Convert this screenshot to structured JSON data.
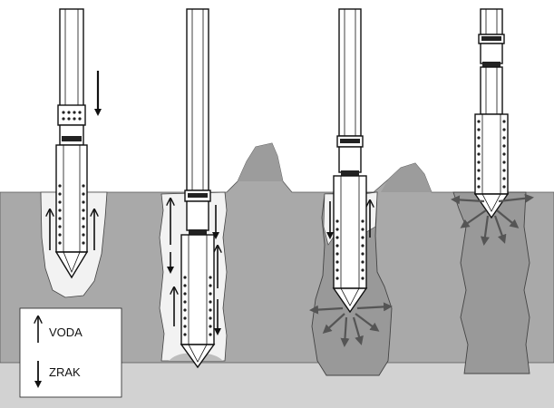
{
  "legend": {
    "water_label": "VODA",
    "air_label": "ZRAK"
  },
  "colors": {
    "soil": "#a9a9a9",
    "soil_dark": "#8f8f8f",
    "bedrock": "#d2d2d2",
    "water_zone": "#f2f2f2",
    "tool": "#ffffff",
    "outline": "#1a1a1a",
    "arrow_gray": "#555555"
  },
  "stages": [
    {
      "name": "stage-1-drilling"
    },
    {
      "name": "stage-2-withdrawal"
    },
    {
      "name": "stage-3-compaction"
    },
    {
      "name": "stage-4-completed-column"
    }
  ]
}
